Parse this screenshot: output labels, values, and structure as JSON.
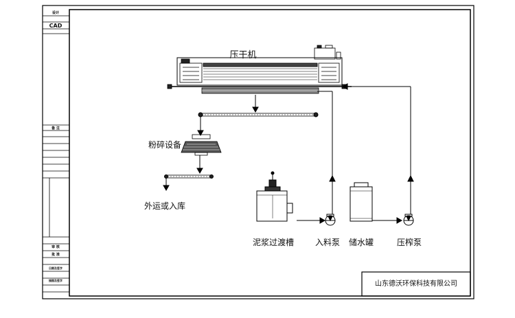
{
  "sheet": {
    "side_top": "设计",
    "side_cad": "CAD",
    "side_mid": "备 注",
    "side_low1": "审 核",
    "side_low2": "批 准",
    "side_low3": "日期及签字",
    "side_low4": "描图及签字"
  },
  "labels": {
    "filter_press": "压干机",
    "crusher": "粉碎设备",
    "output": "外运或入库",
    "mud_tank": "泥浆过渡槽",
    "feed_pump": "入料泵",
    "water_tank": "储水罐",
    "squeeze_pump": "压榨泵"
  },
  "company": "山东德沃环保科技有限公司"
}
